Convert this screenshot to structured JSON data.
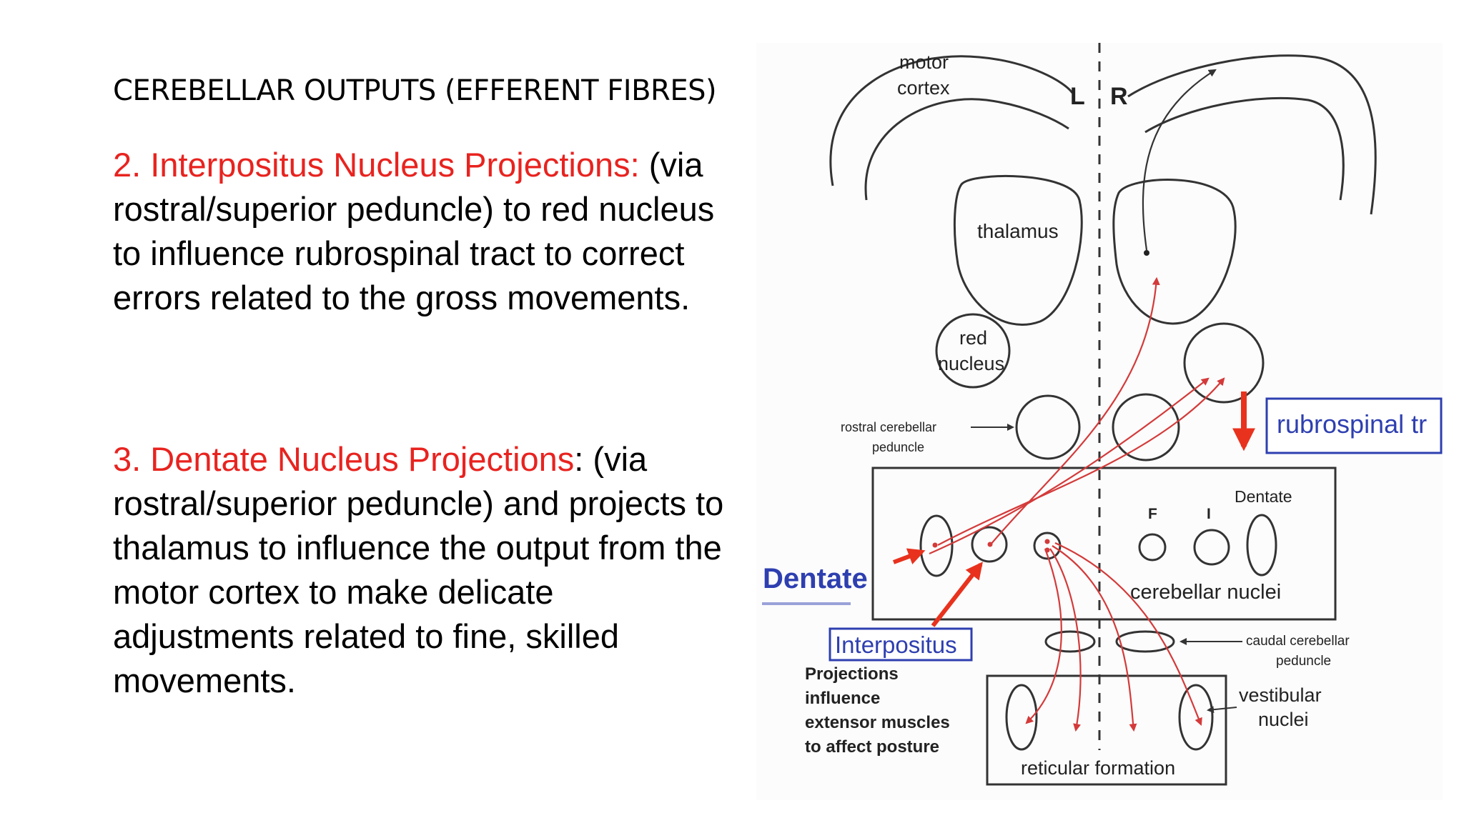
{
  "slide": {
    "title": "CEREBELLAR OUTPUTS (EFFERENT FIBRES)",
    "point2": {
      "heading": "2. Interpositus Nucleus Projections:",
      "body": " (via rostral/superior peduncle) to red nucleus to influence rubrospinal tract to correct errors related to the gross movements."
    },
    "point3": {
      "heading": "3. Dentate Nucleus Projections",
      "body": ": (via rostral/superior peduncle) and projects to thalamus to influence the output from the motor cortex to make delicate adjustments related to fine, skilled movements."
    }
  },
  "diagram": {
    "labels": {
      "motor": "motor",
      "cortex": "cortex",
      "left": "L",
      "right": "R",
      "thalamus": "thalamus",
      "red": "red",
      "nucleus": "nucleus",
      "rostral_1": "rostral cerebellar",
      "rostral_2": "peduncle",
      "rubrospinal": "rubrospinal tr",
      "F": "F",
      "I": "I",
      "dentate_small": "Dentate",
      "dentate_big": "Dentate",
      "cerebellar_nuclei": "cerebellar nuclei",
      "interpositus": "Interpositus",
      "caudal_1": "caudal cerebellar",
      "caudal_2": "peduncle",
      "proj_1": "Projections",
      "proj_2": "influence",
      "proj_3": "extensor muscles",
      "proj_4": "to affect posture",
      "vestibular_1": "vestibular",
      "vestibular_2": "nuclei",
      "reticular": "reticular formation"
    },
    "colors": {
      "tract_red": "#d43a3a",
      "arrow_red": "#e8321e",
      "label_blue": "#2e3fb0",
      "line": "#333333"
    }
  }
}
